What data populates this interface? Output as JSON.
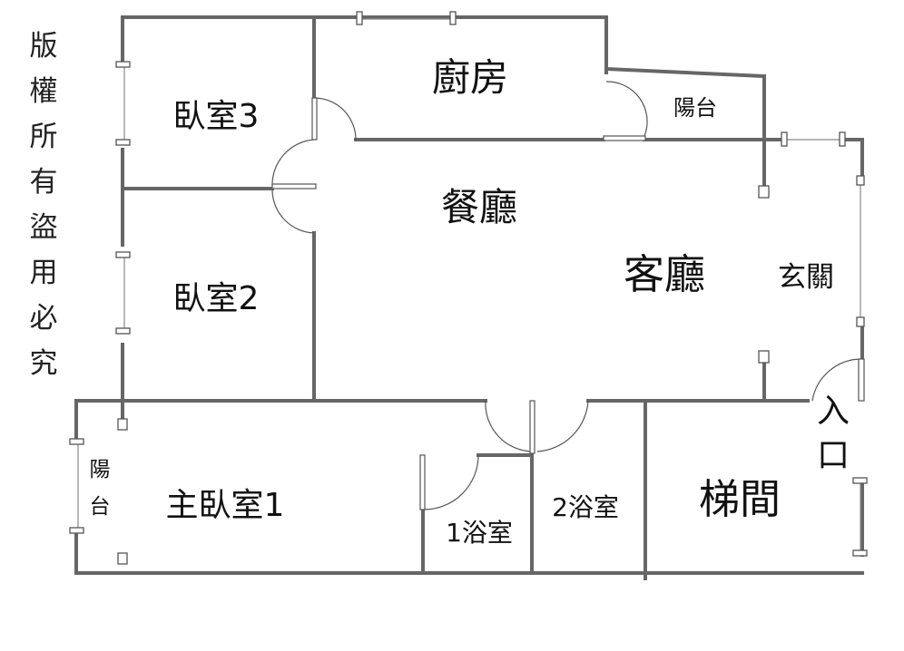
{
  "copyright_chars": [
    "版",
    "權",
    "所",
    "有",
    "盜",
    "用",
    "必",
    "究"
  ],
  "rooms": {
    "bedroom3": "臥室3",
    "kitchen": "廚房",
    "balcony_top": "陽台",
    "dining": "餐廳",
    "bedroom2": "臥室2",
    "living": "客廳",
    "foyer": "玄關",
    "entrance_1": "入",
    "entrance_2": "口",
    "balcony_left_1": "陽",
    "balcony_left_2": "台",
    "master_bedroom": "主臥室1",
    "bath1": "1浴室",
    "bath2": "2浴室",
    "stairwell": "梯間"
  },
  "colors": {
    "wall": "#666666",
    "text": "#111111",
    "background": "#ffffff"
  }
}
